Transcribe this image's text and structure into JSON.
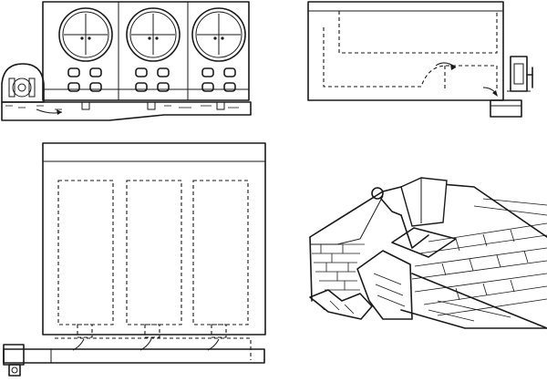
{
  "figure": {
    "panels": [
      {
        "id": "front-elevation",
        "boiler_count": 3,
        "firedoor_rows": 2,
        "firedoors_per_boiler": 4
      },
      {
        "id": "side-section"
      },
      {
        "id": "plan-view",
        "flue_count": 3
      },
      {
        "id": "perspective-roof-detail"
      }
    ]
  },
  "colors": {
    "ink": "#1a1a1a",
    "paper": "#ffffff"
  }
}
